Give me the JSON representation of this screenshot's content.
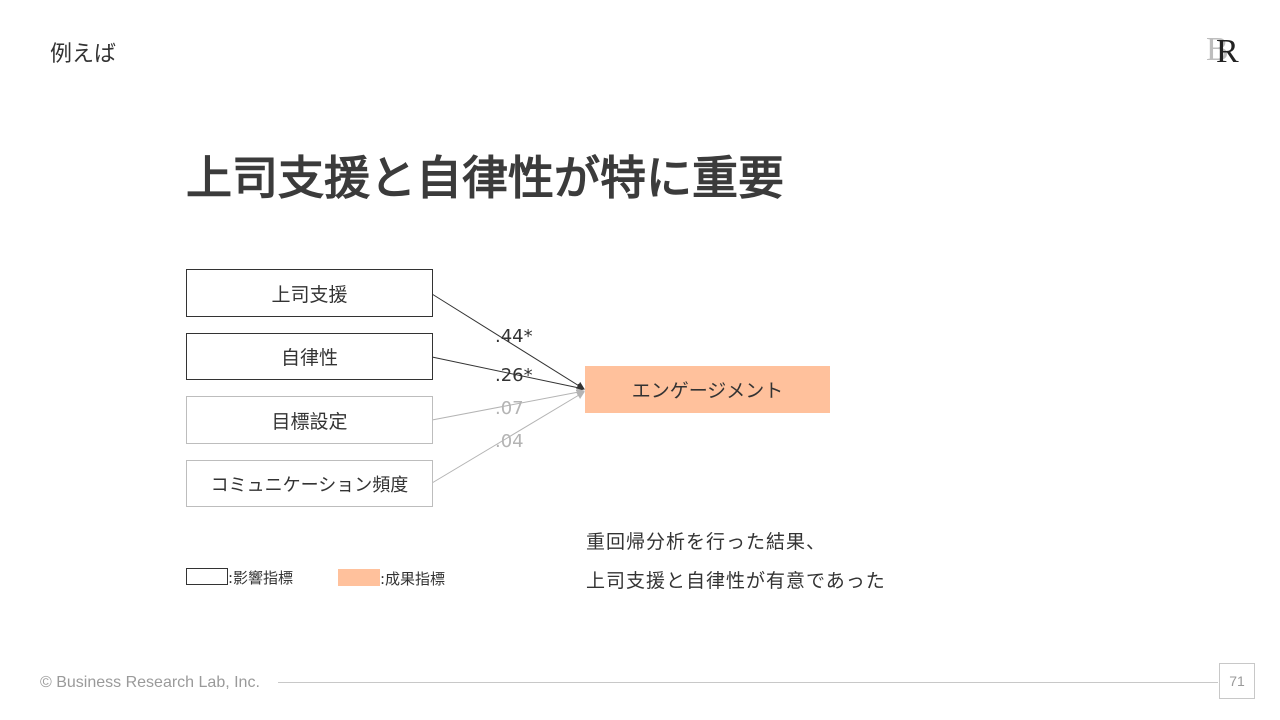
{
  "header": {
    "section_label": "例えば",
    "logo_text": "BR"
  },
  "headline": "上司支援と自律性が特に重要",
  "diagram": {
    "predictors": [
      {
        "label": "上司支援",
        "coefficient": ".44*",
        "significant": true
      },
      {
        "label": "自律性",
        "coefficient": ".26*",
        "significant": true
      },
      {
        "label": "目標設定",
        "coefficient": ".07",
        "significant": false
      },
      {
        "label": "コミュニケーション頻度",
        "coefficient": ".04",
        "significant": false
      }
    ],
    "outcome": {
      "label": "エンゲージメント"
    },
    "colors": {
      "outcome_fill": "#ffc19c",
      "significant_line": "#333333",
      "nonsignificant_line": "#b4b4b4"
    }
  },
  "legend": {
    "influence_label": ":影響指標",
    "outcome_label": ":成果指標"
  },
  "note": {
    "line1": "重回帰分析を行った結果、",
    "line2": "上司支援と自律性が有意であった"
  },
  "footer": {
    "copyright": "© Business Research Lab, Inc.",
    "page_number": "71"
  }
}
